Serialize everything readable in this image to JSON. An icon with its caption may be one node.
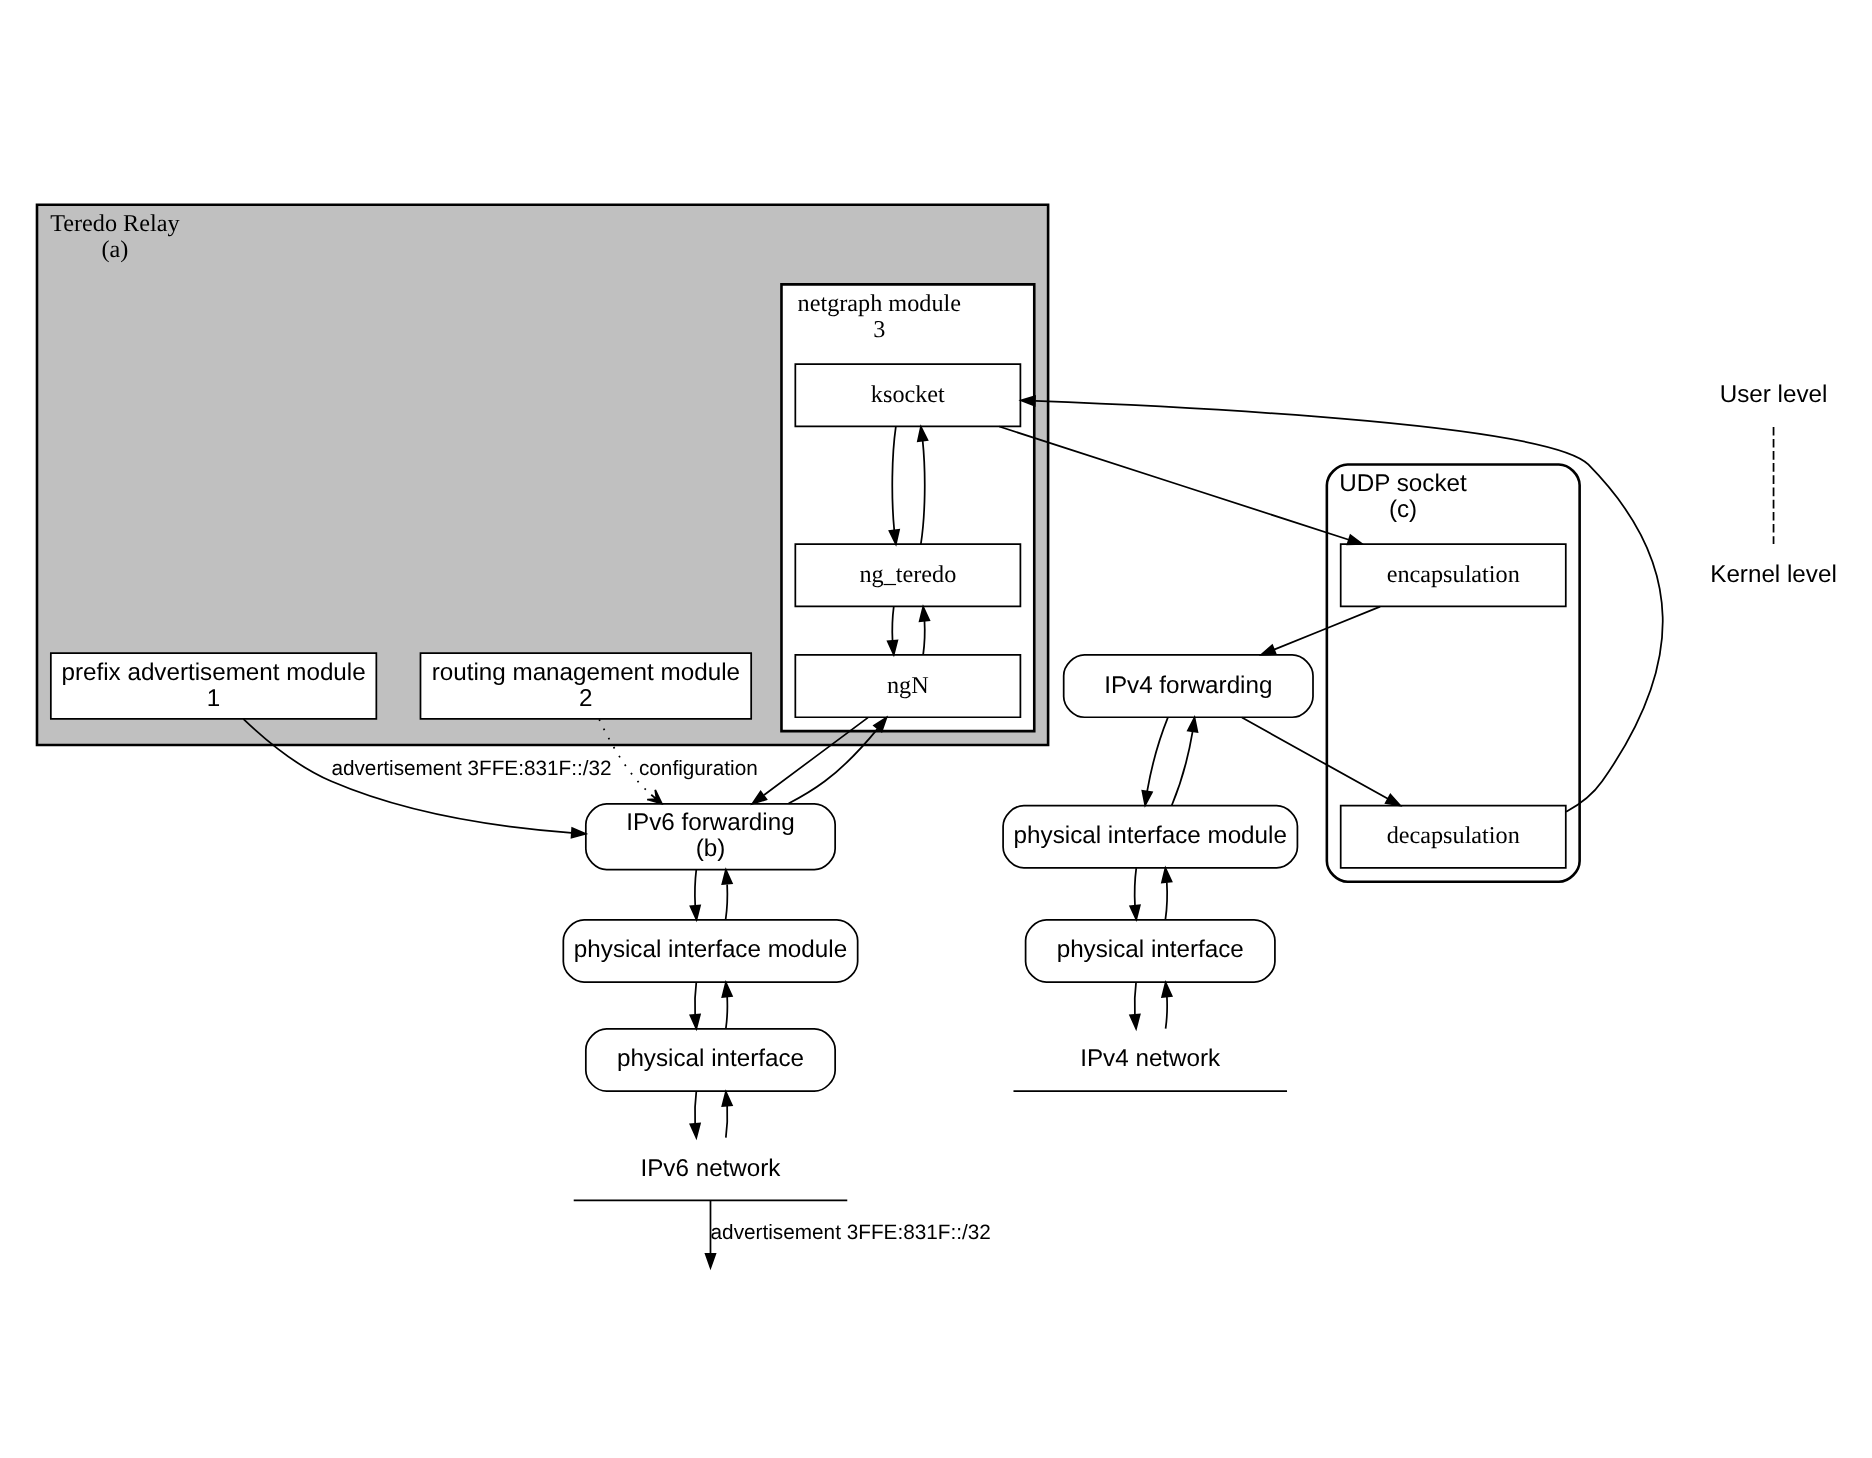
{
  "diagram": {
    "nodes": [
      {
        "text": [
          "Teredo Relay",
          "(a)"
        ]
      },
      {
        "text": [
          "prefix advertisement module",
          "1"
        ],
        "in": 0
      },
      {
        "text": [
          "routing management module",
          "2"
        ],
        "in": 0
      },
      {
        "text": [
          "netgraph module",
          "3"
        ],
        "in": 0
      },
      {
        "text": [
          "ksocket"
        ],
        "in": 3
      },
      {
        "text": [
          "ng_teredo"
        ],
        "in": 3
      },
      {
        "text": [
          "ngN"
        ],
        "in": 3
      },
      {
        "text": [
          "UDP socket",
          "(c)"
        ]
      },
      {
        "text": [
          "encapsulation"
        ],
        "in": 7
      },
      {
        "text": [
          "decapsulation"
        ],
        "in": 7
      },
      {
        "text": [
          "IPv4 forwarding"
        ]
      },
      {
        "text": [
          "physical interface module"
        ]
      },
      {
        "text": [
          "physical interface"
        ]
      },
      {
        "text": [
          "IPv4 network"
        ]
      },
      {
        "text": [
          "IPv6 forwarding",
          "(b)"
        ]
      },
      {
        "text": [
          "physical interface module"
        ]
      },
      {
        "text": [
          "physical interface"
        ]
      },
      {
        "text": [
          "IPv6 network"
        ]
      }
    ],
    "edges": [
      {
        "from": 1,
        "to": 14,
        "arrow": "to",
        "label": "advertisement 3FFE:831F::/32"
      },
      {
        "from": 2,
        "to": 14,
        "arrow": "to",
        "label": "configuration",
        "style": "dashed"
      },
      {
        "from": 4,
        "to": 8,
        "arrow": "to"
      },
      {
        "from": 9,
        "to": 4,
        "arrow": "to"
      },
      {
        "from": 4,
        "to": 5,
        "arrow": "to"
      },
      {
        "from": 5,
        "to": 4,
        "arrow": "to"
      },
      {
        "from": 5,
        "to": 6,
        "arrow": "to"
      },
      {
        "from": 6,
        "to": 5,
        "arrow": "to"
      },
      {
        "from": 14,
        "to": 6,
        "arrow": "to"
      },
      {
        "from": 6,
        "to": 14,
        "arrow": "to"
      },
      {
        "from": 8,
        "to": 10,
        "arrow": "to"
      },
      {
        "from": 10,
        "to": 9,
        "arrow": "to"
      },
      {
        "from": 10,
        "to": 11,
        "arrow": "to"
      },
      {
        "from": 11,
        "to": 10,
        "arrow": "to"
      },
      {
        "from": 11,
        "to": 12,
        "arrow": "to"
      },
      {
        "from": 12,
        "to": 11,
        "arrow": "to"
      },
      {
        "from": 12,
        "to": 13,
        "arrow": "to"
      },
      {
        "from": 13,
        "to": 12,
        "arrow": "to"
      },
      {
        "from": 15,
        "to": 14,
        "arrow": "to"
      },
      {
        "from": 14,
        "to": 15,
        "arrow": "to"
      },
      {
        "from": 16,
        "to": 15,
        "arrow": "to"
      },
      {
        "from": 15,
        "to": 16,
        "arrow": "to"
      },
      {
        "from": 17,
        "to": 16,
        "arrow": "to"
      },
      {
        "from": 16,
        "to": 17,
        "arrow": "to"
      },
      {
        "from": 17,
        "to": null,
        "arrow": "to",
        "label": "advertisement 3FFE:831F::/32"
      }
    ],
    "labels": [
      "User level",
      "Kernel level"
    ]
  }
}
